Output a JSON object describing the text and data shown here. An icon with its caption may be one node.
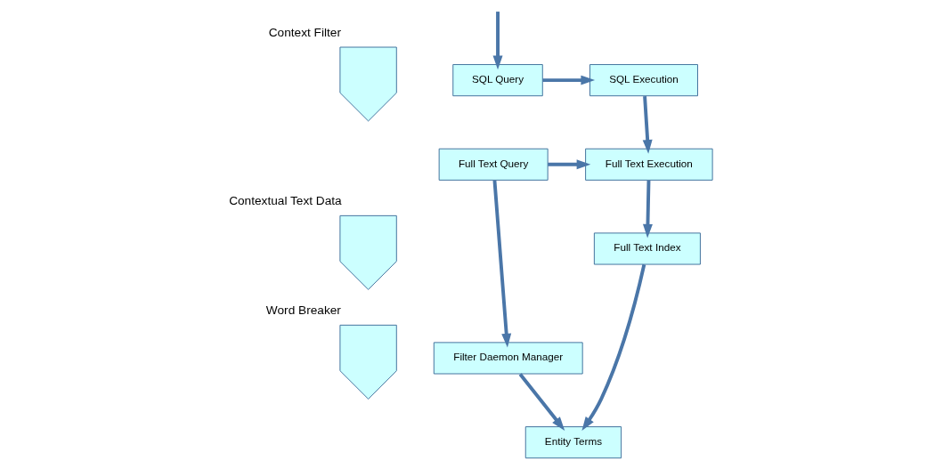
{
  "diagram": {
    "nodes": [
      {
        "text": [],
        "shape": "chevron",
        "beside": [
          "Context Filter"
        ]
      },
      {
        "text": [],
        "shape": "chevron",
        "beside": [
          "Contextual Text Data"
        ]
      },
      {
        "text": [],
        "shape": "chevron",
        "beside": [
          "Word Breaker"
        ]
      },
      {
        "text": [
          "SQL Query"
        ]
      },
      {
        "text": [
          "SQL Execution"
        ]
      },
      {
        "text": [
          "Full Text Query"
        ]
      },
      {
        "text": [
          "Full Text Execution"
        ]
      },
      {
        "text": [
          "Full Text Index"
        ]
      },
      {
        "text": [
          "Filter Daemon Manager"
        ]
      },
      {
        "text": [
          "Entity Terms"
        ]
      }
    ],
    "edges": [
      {
        "from": null,
        "to": 3,
        "arrow": "to"
      },
      {
        "from": 3,
        "to": 4,
        "arrow": "to"
      },
      {
        "from": 4,
        "to": 6,
        "arrow": "to"
      },
      {
        "from": 5,
        "to": 6,
        "arrow": "to"
      },
      {
        "from": 5,
        "to": 8,
        "arrow": "to"
      },
      {
        "from": 6,
        "to": 7,
        "arrow": "to"
      },
      {
        "from": 7,
        "to": 9,
        "arrow": "to"
      },
      {
        "from": 8,
        "to": 9,
        "arrow": "to"
      }
    ]
  }
}
